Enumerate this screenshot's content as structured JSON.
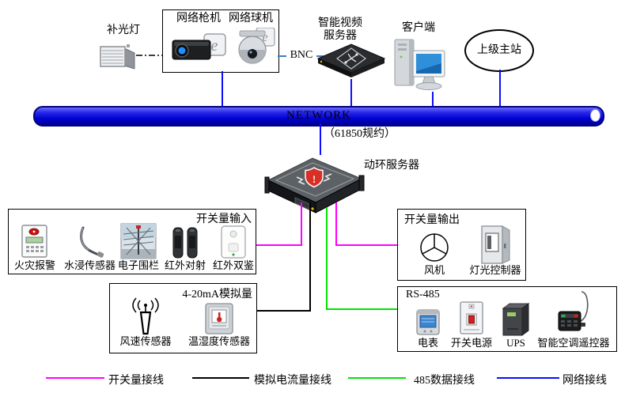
{
  "top": {
    "fill_light_label": "补光灯",
    "camera_bullet_label": "网络枪机",
    "camera_dome_label": "网络球机",
    "bnc_label": "BNC",
    "video_server_label_1": "智能视频",
    "video_server_label_2": "服务器",
    "client_label": "客户端",
    "master_station_label": "上级主站"
  },
  "network": {
    "bus_label": "NETWORK",
    "protocol_label": "（61850规约）",
    "server_label": "动环服务器"
  },
  "boxes": {
    "digital_input": {
      "title": "开关量输入",
      "items": [
        {
          "label": "火灾报警",
          "icon": "fire-alarm-icon"
        },
        {
          "label": "水浸传感器",
          "icon": "water-leak-sensor-icon"
        },
        {
          "label": "电子围栏",
          "icon": "electric-fence-icon"
        },
        {
          "label": "红外对射",
          "icon": "infrared-beam-icon"
        },
        {
          "label": "红外双鉴",
          "icon": "dual-infrared-detector-icon"
        }
      ]
    },
    "digital_output": {
      "title": "开关量输出",
      "items": [
        {
          "label": "风机",
          "icon": "fan-icon"
        },
        {
          "label": "灯光控制器",
          "icon": "light-controller-icon"
        }
      ]
    },
    "analog": {
      "title": "4-20mA模拟量",
      "items": [
        {
          "label": "风速传感器",
          "icon": "wind-speed-sensor-icon"
        },
        {
          "label": "温湿度传感器",
          "icon": "temp-humidity-sensor-icon"
        }
      ]
    },
    "rs485": {
      "title": "RS-485",
      "items": [
        {
          "label": "电表",
          "icon": "power-meter-icon"
        },
        {
          "label": "开关电源",
          "icon": "switch-power-icon"
        },
        {
          "label": "UPS",
          "icon": "ups-icon"
        },
        {
          "label": "智能空调遥控器",
          "icon": "ac-remote-icon"
        }
      ]
    }
  },
  "legend": {
    "items": [
      {
        "label": "开关量接线",
        "color": "#ff00ff"
      },
      {
        "label": "模拟电流量接线",
        "color": "#000000"
      },
      {
        "label": "485数据接线",
        "color": "#00e400"
      },
      {
        "label": "网络接线",
        "color": "#0d0dff"
      }
    ]
  },
  "colors": {
    "network_bus": "#0000d0",
    "network_line": "#0d0dff",
    "digital_line": "#ff00ff",
    "analog_line": "#000000",
    "rs485_line": "#00e400",
    "alert_shield": "#d93025"
  }
}
